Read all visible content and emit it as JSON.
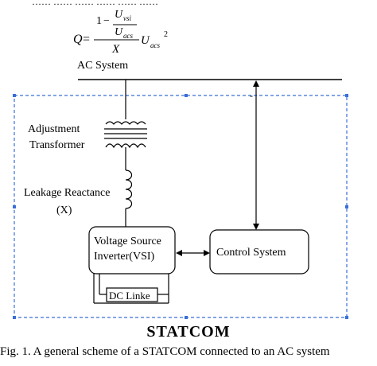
{
  "top_fragment": "…… …… …… …… …… ……",
  "formula": {
    "lhs": "Q",
    "equals": "=",
    "one": "1",
    "minus": "−",
    "u": "U",
    "sub_vsi": "vsi",
    "sub_acs": "acs",
    "x": "X",
    "exp": "2"
  },
  "ac_system_label": "AC System",
  "minus_marker": "-",
  "adjustment_transformer": [
    "Adjustment",
    "Transformer"
  ],
  "leakage_reactance": [
    "Leakage Reactance",
    "(X)"
  ],
  "vsi_box": [
    "Voltage Source",
    "Inverter(VSI)"
  ],
  "control_system": "Control System",
  "dc_link": "DC Linke",
  "statcom_heading": "STATCOM",
  "caption": "Fig. 1. A general scheme of a STATCOM connected to an AC system"
}
